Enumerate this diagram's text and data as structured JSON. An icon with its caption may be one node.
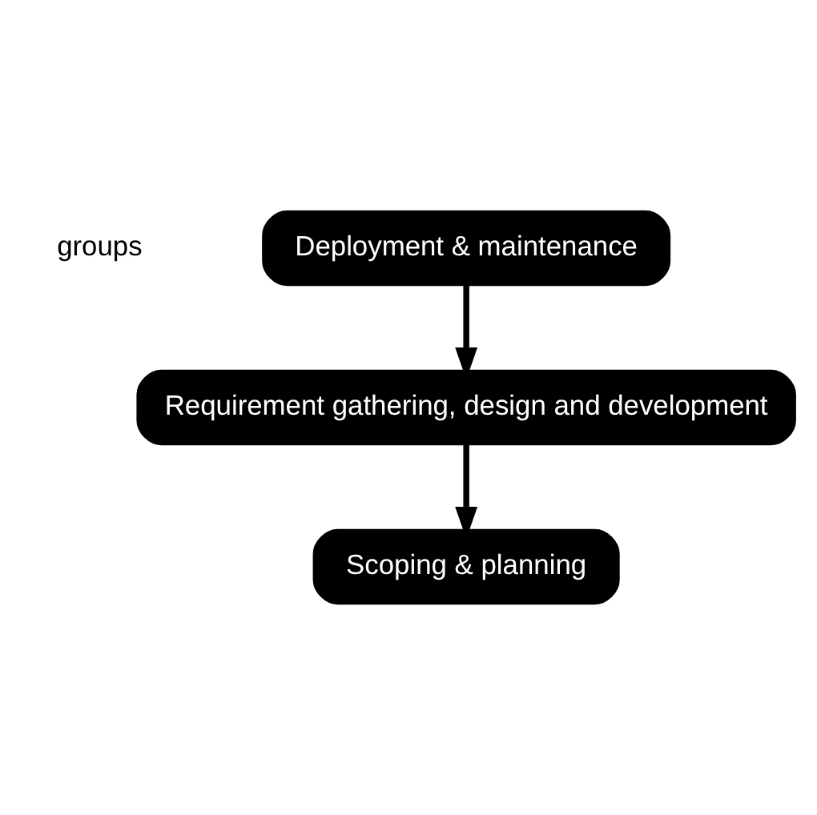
{
  "diagram": {
    "nodes": [
      {
        "text": [
          "Requirement gathering, design and development"
        ]
      },
      {
        "text": [
          "Deployment & maintenance"
        ]
      },
      {
        "text": [
          "Scoping & planning"
        ]
      }
    ],
    "edges": [
      {
        "from": 1,
        "to": 0,
        "arrow": "to"
      },
      {
        "from": 0,
        "to": 2,
        "arrow": "to"
      }
    ],
    "labels": [
      "groups"
    ]
  }
}
